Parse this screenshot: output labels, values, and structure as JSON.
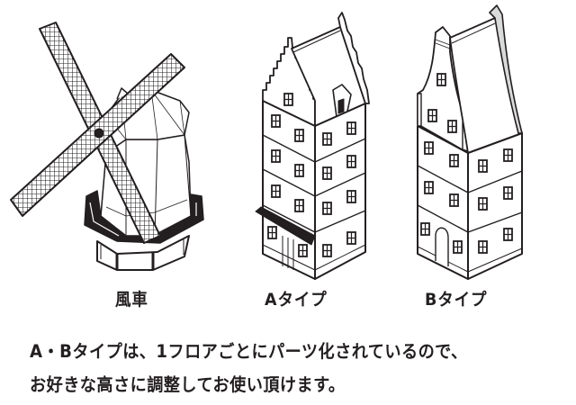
{
  "figures": [
    {
      "id": "windmill",
      "caption": "風車"
    },
    {
      "id": "a-type",
      "caption": "Aタイプ"
    },
    {
      "id": "b-type",
      "caption": "Bタイプ"
    }
  ],
  "description": {
    "line1": "A・Bタイプは、1フロアごとにパーツ化されているので、",
    "line2": "お好きな高さに調整してお使い頂けます。"
  },
  "colors": {
    "ink": "#231f20",
    "background": "#ffffff",
    "shade": "#d9dada"
  }
}
